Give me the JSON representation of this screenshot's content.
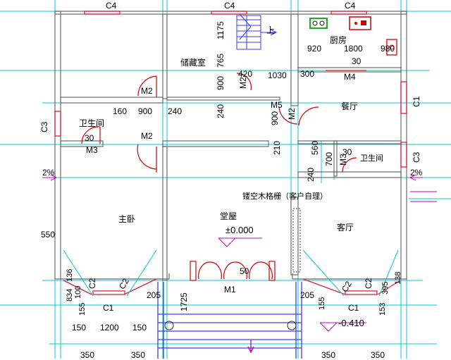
{
  "colors": {
    "wall": "#6a6a6a",
    "axis": "#00c8d2",
    "door": "#d40000",
    "window": "#e0203a",
    "stair": "#3a3aff",
    "marker": "#c000c0",
    "kitchen_green": "#22aa22"
  },
  "rooms": {
    "storage": "储藏室",
    "kitchen": "厨房",
    "dining": "餐厅",
    "bath_left": "卫生间",
    "bath_right": "卫生间",
    "master_bedroom": "主卧",
    "hall": "堂屋",
    "living": "客厅"
  },
  "window_labels": {
    "c4_left": "C4",
    "c4_mid": "C4",
    "c4_right": "C4",
    "c3_left": "C3",
    "c3_right": "C3",
    "c1_right_upper": "C1",
    "c2_left_a": "C2",
    "c2_left_b": "C2",
    "c2_right_a": "C2",
    "c2_right_b": "C2",
    "c1_bottom_left": "C1",
    "c1_bottom_right": "C1"
  },
  "door_labels": {
    "m2_upper": "M2",
    "m2_lower": "M2",
    "m2_storage": "M2",
    "m2_kitchen": "M2",
    "m3_left": "M3",
    "m3_right": "M3",
    "m4": "M4",
    "m5": "M5",
    "m1": "M1"
  },
  "dimensions": {
    "d1175": "1175",
    "d765": "765",
    "d900a": "900",
    "d420": "420",
    "d1030": "1030",
    "d920": "920",
    "d1800": "1800",
    "d980": "980",
    "d30a": "30",
    "d300": "300",
    "d160": "160",
    "d900b": "900",
    "d240a": "240",
    "d240b": "240",
    "d900c": "900",
    "d30b": "30",
    "d210": "210",
    "d560": "560",
    "d700": "700",
    "d30c": "30",
    "d240c": "240",
    "d550": "550",
    "d50": "50",
    "d1725": "1725",
    "d205a": "205",
    "d205b": "205",
    "d136": "136",
    "d155a": "155",
    "d150a": "150",
    "d1200": "1200",
    "d150b": "150",
    "d395": "395",
    "d153": "153",
    "d350a": "350",
    "d350b": "350",
    "d350c": "350",
    "d350d": "350",
    "d834": "834",
    "d100": "100",
    "d155b": "155",
    "d138": "138"
  },
  "annotations": {
    "stair_up": "上",
    "slope_left": "2%",
    "slope_right": "2%",
    "elevation_main": "±0.000",
    "elevation_outdoor": "-0.410",
    "partition_note": "镂空木格栅（客户自理）"
  }
}
